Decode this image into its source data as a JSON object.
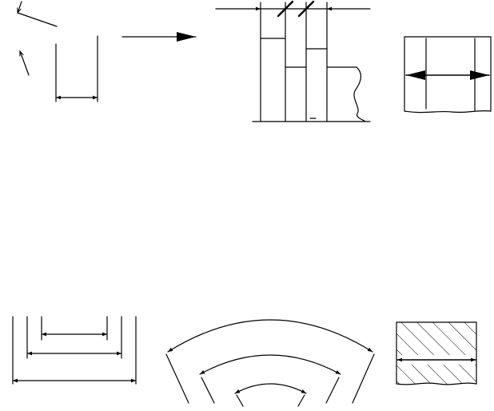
{
  "figure": {
    "ink_color": "#000000",
    "background_color": "#ffffff",
    "panels": [
      {
        "id": "arrowhead-styles"
      },
      {
        "id": "narrow-spaces-chain-dimension"
      },
      {
        "id": "broken-view-full-dimension"
      },
      {
        "id": "nested-linear-dimensions"
      },
      {
        "id": "concentric-arc-dimensions"
      },
      {
        "id": "hatched-section-dimension"
      }
    ]
  }
}
